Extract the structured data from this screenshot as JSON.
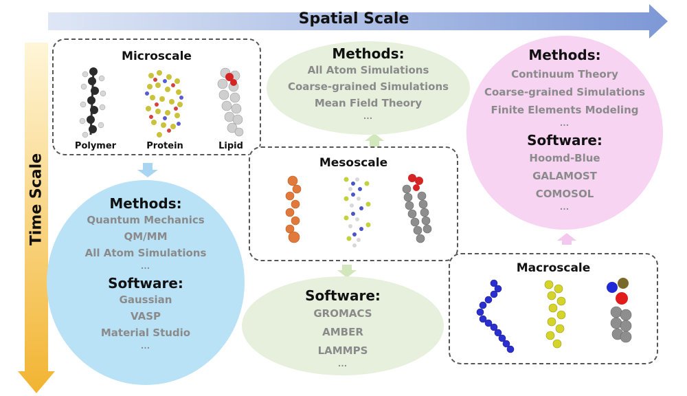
{
  "axes": {
    "spatial": "Spatial Scale",
    "time": "Time Scale"
  },
  "microscale": {
    "title": "Microscale",
    "labels": [
      "Polymer",
      "Protein",
      "Lipid"
    ]
  },
  "mesoscale": {
    "title": "Mesoscale"
  },
  "macroscale": {
    "title": "Macroscale"
  },
  "micro_bubble": {
    "methods_header": "Methods:",
    "methods": [
      "Quantum Mechanics",
      "QM/MM",
      "All Atom Simulations"
    ],
    "software_header": "Software:",
    "software": [
      "Gaussian",
      "VASP",
      "Material Studio"
    ],
    "ellipsis": "…"
  },
  "meso_methods_bubble": {
    "methods_header": "Methods:",
    "methods": [
      "All Atom Simulations",
      "Coarse-grained Simulations",
      "Mean Field Theory"
    ],
    "ellipsis": "…"
  },
  "meso_software_bubble": {
    "software_header": "Software:",
    "software": [
      "GROMACS",
      "AMBER",
      "LAMMPS"
    ],
    "ellipsis": "…"
  },
  "macro_bubble": {
    "methods_header": "Methods:",
    "methods": [
      "Continuum Theory",
      "Coarse-grained Simulations",
      "Finite Elements Modeling"
    ],
    "software_header": "Software:",
    "software": [
      "Hoomd-Blue",
      "GALAMOST",
      "COMOSOL"
    ],
    "ellipsis": "…"
  },
  "colors": {
    "micro_bubble": "#b9e2f6",
    "meso_bubble": "#e6f0dc",
    "macro_bubble": "#f7d4f2",
    "spatial_arrow": "#7d98d6",
    "time_arrow": "#f2b431",
    "small_arrow_blue": "#a8d6f2",
    "small_arrow_green": "#d3e7bd",
    "small_arrow_pink": "#f3c7ee"
  }
}
